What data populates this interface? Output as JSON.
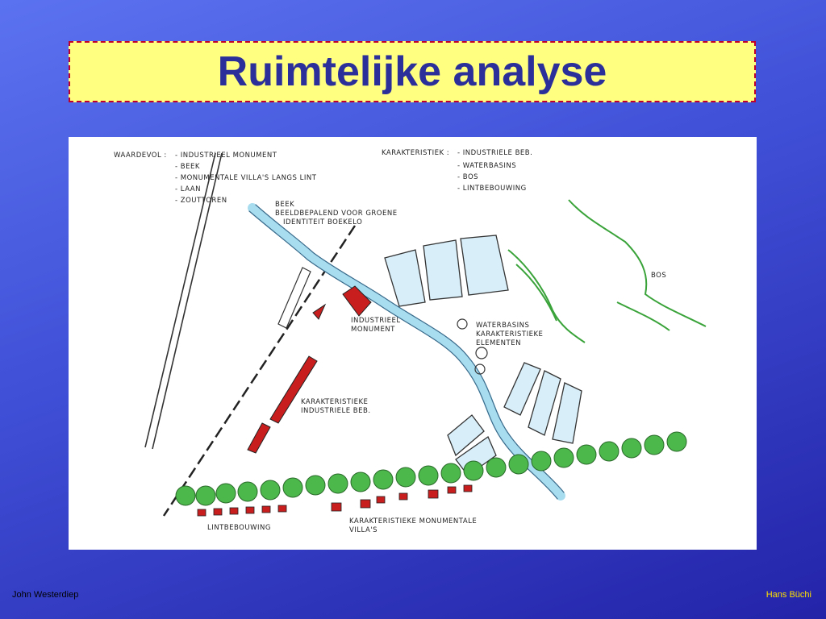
{
  "slide": {
    "title": "Ruimtelijke analyse",
    "footer_left": "John Westerdiep",
    "footer_right": "Hans Büchi"
  },
  "colors": {
    "title_box": "#ffff80",
    "title_border": "#c0002a",
    "title_text": "#2b2f9a",
    "water": "#a8dcef",
    "trees": "#4cb84c",
    "buildings": "#c81e1e",
    "forest_outline": "#3aa33a"
  },
  "sketch": {
    "waardevol_heading": "WAARDEVOL :",
    "waardevol_items": [
      "- INDUSTRIEEL MONUMENT",
      "- BEEK",
      "- MONUMENTALE VILLA'S LANGS LINT",
      "- LAAN",
      "- ZOUTTOREN"
    ],
    "karakteristiek_heading": "KARAKTERISTIEK :",
    "karakteristiek_items": [
      "- INDUSTRIELE BEB.",
      "- WATERBASINS",
      "- BOS",
      "- LINTBEBOUWING"
    ],
    "beek_label": [
      "BEEK",
      "BEELDBEPALEND VOOR GROENE",
      "IDENTITEIT BOEKELO"
    ],
    "monument_label": [
      "INDUSTRIEEL",
      "MONUMENT"
    ],
    "waterbasins_label": [
      "WATERBASINS",
      "KARAKTERISTIEKE",
      "ELEMENTEN"
    ],
    "bos_label": "BOS",
    "industrial_label": [
      "KARAKTERISTIEKE",
      "INDUSTRIELE BEB."
    ],
    "lint_label": "LINTBEBOUWING",
    "villas_label": [
      "KARAKTERISTIEKE MONUMENTALE",
      "VILLA'S"
    ]
  }
}
